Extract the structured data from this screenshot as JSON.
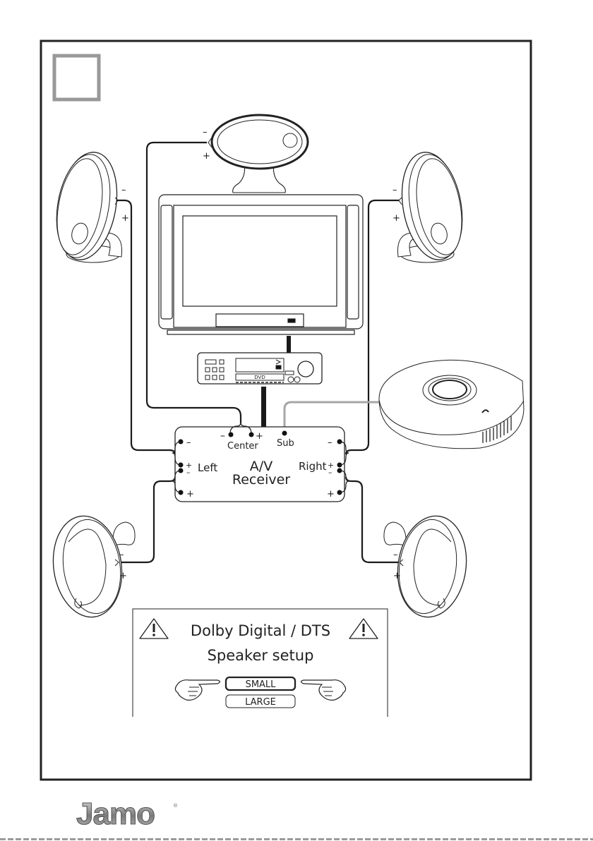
{
  "brand": {
    "logo_text": "Jamo",
    "registered_mark": "®"
  },
  "diagram": {
    "step_box": "",
    "receiver": {
      "title_line1": "A/V",
      "title_line2": "Receiver",
      "left_label": "Left",
      "right_label": "Right",
      "center_label": "Center",
      "sub_label": "Sub",
      "minus": "–",
      "plus": "+"
    },
    "dvd_label": "DVD",
    "polarity": {
      "minus": "–",
      "plus": "+"
    },
    "notice": {
      "line1": "Dolby Digital / DTS",
      "line2": "Speaker setup",
      "option_selected": "SMALL",
      "option_other": "LARGE",
      "warning_icon": "warning-triangle-icon",
      "pointer_icon": "pointing-hand-icon"
    }
  },
  "colors": {
    "line": "#1a1a1a",
    "frame": "#222222",
    "step_box": "#999999",
    "sub_cable": "#a6a6a6"
  }
}
